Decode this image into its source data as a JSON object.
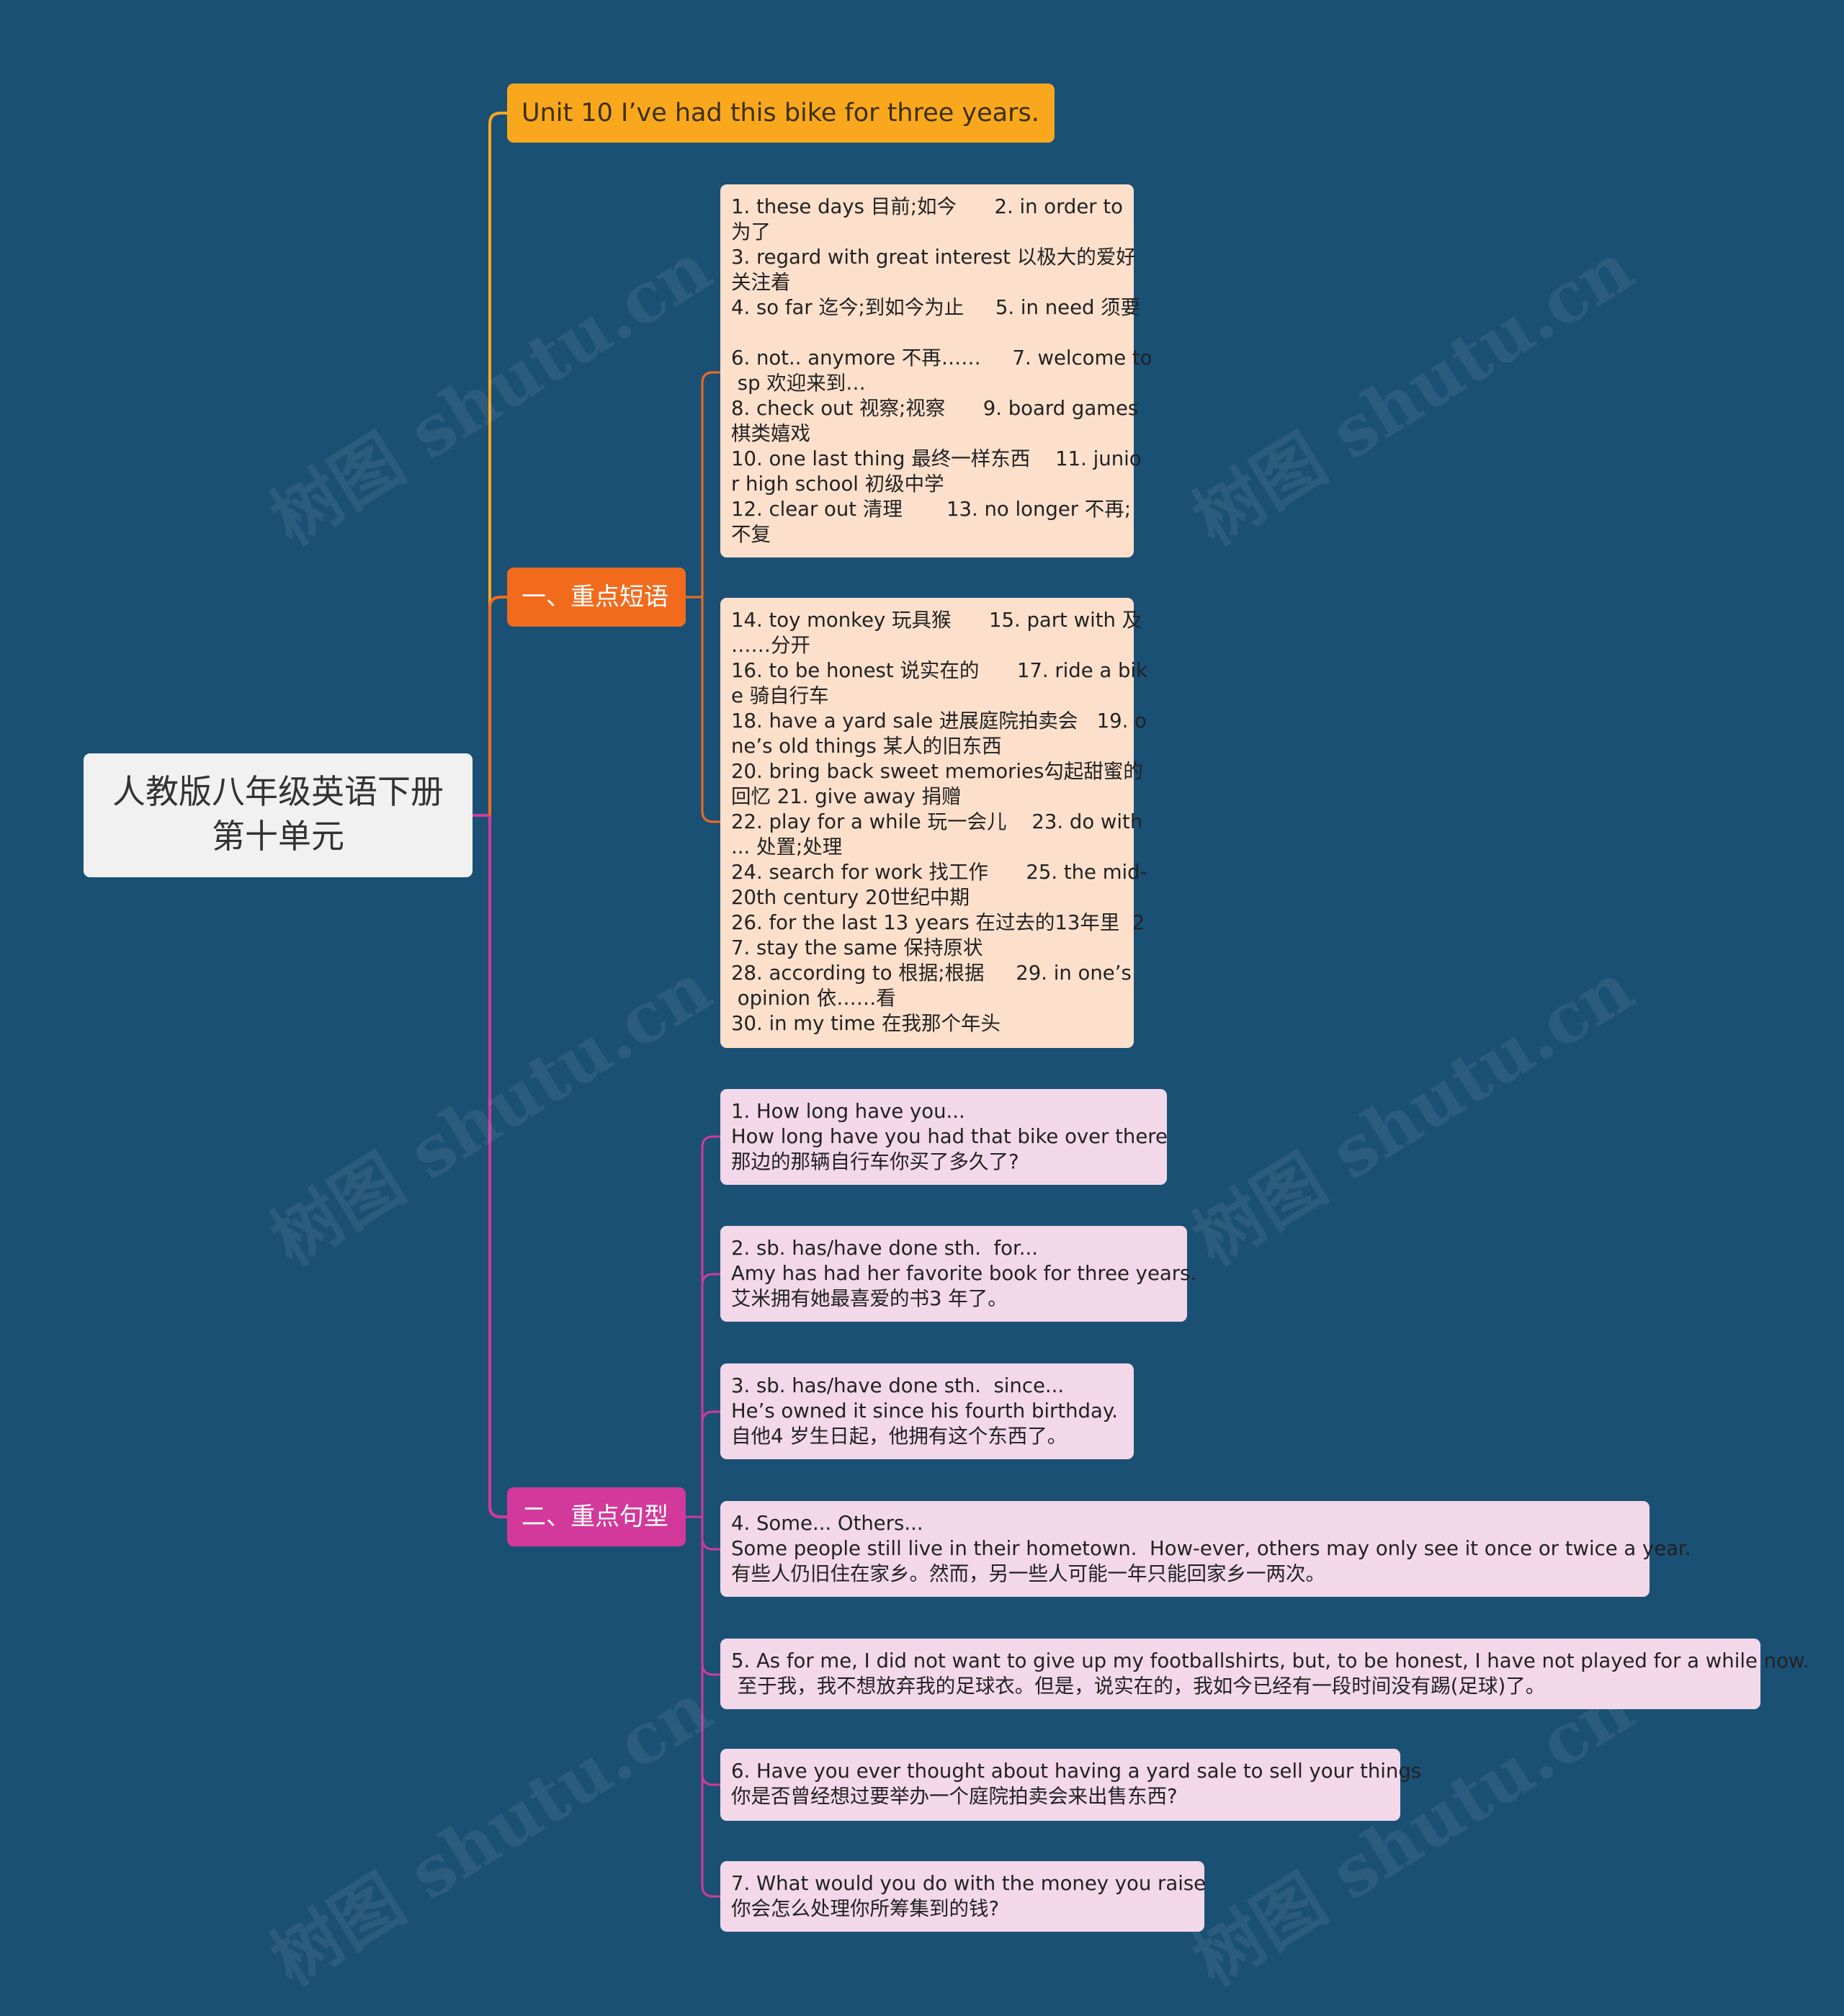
{
  "colors": {
    "background": "#1b5075",
    "root_fill": "#f1f1f1",
    "title_fill": "#f9a81e",
    "branch1_fill": "#f26b1d",
    "branch2_fill": "#d2399a",
    "phrase_leaf_fill": "#fde0cc",
    "sentence_leaf_fill": "#f3d8ea"
  },
  "root": {
    "lines": [
      "人教版八年级英语下册",
      "第十单元"
    ]
  },
  "title": "Unit 10 I’ve had this bike for three years.",
  "branch_phrases": {
    "label": "一、重点短语",
    "leaves": [
      {
        "lines": [
          "1. these days 目前;如今      2. in order to",
          "为了",
          "3. regard with great interest 以极大的爱好",
          "关注着",
          "4. so far 迄今;到如今为止     5. in need 须要",
          "",
          "6. not.. anymore 不再……     7. welcome to",
          " sp 欢迎来到…",
          "8. check out 视察;视察      9. board games",
          "棋类嬉戏",
          "10. one last thing 最终一样东西    11. junio",
          "r high school 初级中学",
          "12. clear out 清理       13. no longer 不再;",
          "不复"
        ]
      },
      {
        "lines": [
          "14. toy monkey 玩具猴      15. part with 及",
          "……分开",
          "16. to be honest 说实在的      17. ride a bik",
          "e 骑自行车",
          "18. have a yard sale 进展庭院拍卖会   19. o",
          "ne’s old things 某人的旧东西",
          "20. bring back sweet memories勾起甜蜜的",
          "回忆 21. give away 捐赠",
          "22. play for a while 玩一会儿    23. do with",
          "... 处置;处理",
          "24. search for work 找工作      25. the mid-",
          "20th century 20世纪中期",
          "26. for the last 13 years 在过去的13年里  2",
          "7. stay the same 保持原状",
          "28. according to 根据;根据     29. in one’s",
          " opinion 依……看",
          "30. in my time 在我那个年头"
        ]
      }
    ]
  },
  "branch_sentences": {
    "label": "二、重点句型",
    "leaves": [
      {
        "lines": [
          "1. How long have you...",
          "How long have you had that bike over there",
          "那边的那辆自行车你买了多久了?"
        ]
      },
      {
        "lines": [
          "2. sb. has/have done sth.  for...",
          "Amy has had her favorite book for three years.",
          "艾米拥有她最喜爱的书3 年了。"
        ]
      },
      {
        "lines": [
          "3. sb. has/have done sth.  since...",
          "He’s owned it since his fourth birthday.",
          "自他4 岁生日起，他拥有这个东西了。"
        ]
      },
      {
        "lines": [
          "4. Some... Others...",
          "Some people still live in their hometown.  How-ever, others may only see it once or twice a year.",
          "有些人仍旧住在家乡。然而，另一些人可能一年只能回家乡一两次。"
        ]
      },
      {
        "lines": [
          "5. As for me, I did not want to give up my footballshirts, but, to be honest, I have not played for a while now.",
          " 至于我，我不想放弃我的足球衣。但是，说实在的，我如今已经有一段时间没有踢(足球)了。"
        ]
      },
      {
        "lines": [
          "6. Have you ever thought about having a yard sale to sell your things",
          "你是否曾经想过要举办一个庭院拍卖会来出售东西?"
        ]
      },
      {
        "lines": [
          "7. What would you do with the money you raise",
          "你会怎么处理你所筹集到的钱?"
        ]
      }
    ]
  },
  "watermark": "树图 shutu.cn"
}
